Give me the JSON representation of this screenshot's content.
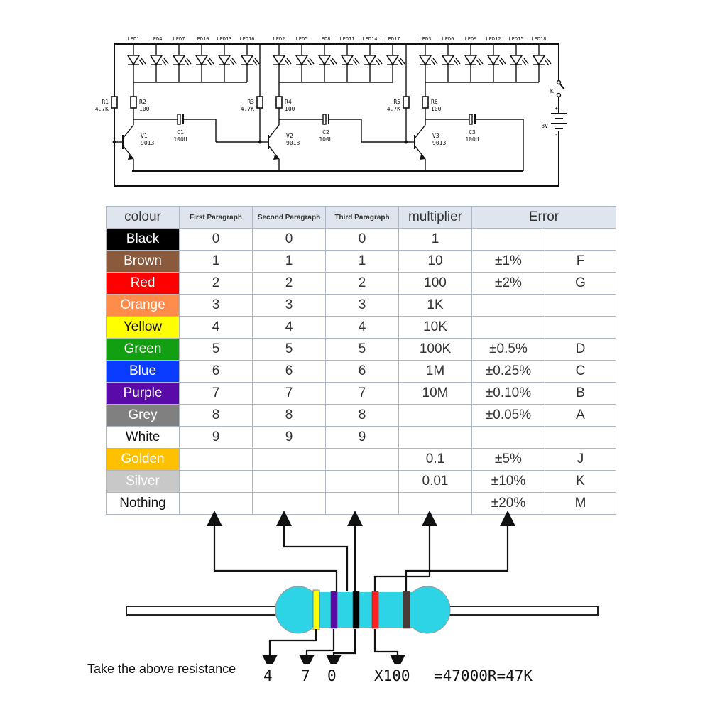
{
  "circuit": {
    "led_groups": [
      [
        "LED1",
        "LED4",
        "LED7",
        "LED10",
        "LED13",
        "LED16"
      ],
      [
        "LED2",
        "LED5",
        "LED8",
        "LED11",
        "LED14",
        "LED17"
      ],
      [
        "LED3",
        "LED6",
        "LED9",
        "LED12",
        "LED15",
        "LED18"
      ]
    ],
    "stages": [
      {
        "r_base_name": "R1",
        "r_base_value": "4.7K",
        "r_led_name": "R2",
        "r_led_value": "100",
        "transistor": "V1",
        "transistor_type": "9013",
        "cap_name": "C1",
        "cap_value": "100U"
      },
      {
        "r_base_name": "R3",
        "r_base_value": "4.7K",
        "r_led_name": "R4",
        "r_led_value": "100",
        "transistor": "V2",
        "transistor_type": "9013",
        "cap_name": "C2",
        "cap_value": "100U"
      },
      {
        "r_base_name": "R5",
        "r_base_value": "4.7K",
        "r_led_name": "R6",
        "r_led_value": "100",
        "transistor": "V3",
        "transistor_type": "9013",
        "cap_name": "C3",
        "cap_value": "100U"
      }
    ],
    "switch_label": "K",
    "battery_label": "3V",
    "battery_plus": "+",
    "battery_minus": "-"
  },
  "table": {
    "headers": {
      "colour": "colour",
      "first": "First Paragraph",
      "second": "Second Paragraph",
      "third": "Third Paragraph",
      "multiplier": "multiplier",
      "error": "Error"
    },
    "rows": [
      {
        "name": "Black",
        "bg": "#000000",
        "fg": "#ffffff",
        "first": "0",
        "second": "0",
        "third": "0",
        "multiplier": "1",
        "tol": "",
        "code": ""
      },
      {
        "name": "Brown",
        "bg": "#8b5a3c",
        "fg": "#ffffff",
        "first": "1",
        "second": "1",
        "third": "1",
        "multiplier": "10",
        "tol": "±1%",
        "code": "F"
      },
      {
        "name": "Red",
        "bg": "#ff0000",
        "fg": "#ffffff",
        "first": "2",
        "second": "2",
        "third": "2",
        "multiplier": "100",
        "tol": "±2%",
        "code": "G"
      },
      {
        "name": "Orange",
        "bg": "#ff8c4a",
        "fg": "#ffffff",
        "first": "3",
        "second": "3",
        "third": "3",
        "multiplier": "1K",
        "tol": "",
        "code": ""
      },
      {
        "name": "Yellow",
        "bg": "#ffff00",
        "fg": "#111111",
        "first": "4",
        "second": "4",
        "third": "4",
        "multiplier": "10K",
        "tol": "",
        "code": ""
      },
      {
        "name": "Green",
        "bg": "#12a012",
        "fg": "#ffffff",
        "first": "5",
        "second": "5",
        "third": "5",
        "multiplier": "100K",
        "tol": "±0.5%",
        "code": "D"
      },
      {
        "name": "Blue",
        "bg": "#0a3cff",
        "fg": "#ffffff",
        "first": "6",
        "second": "6",
        "third": "6",
        "multiplier": "1M",
        "tol": "±0.25%",
        "code": "C"
      },
      {
        "name": "Purple",
        "bg": "#5a0aa8",
        "fg": "#ffffff",
        "first": "7",
        "second": "7",
        "third": "7",
        "multiplier": "10M",
        "tol": "±0.10%",
        "code": "B"
      },
      {
        "name": "Grey",
        "bg": "#808080",
        "fg": "#ffffff",
        "first": "8",
        "second": "8",
        "third": "8",
        "multiplier": "",
        "tol": "±0.05%",
        "code": "A"
      },
      {
        "name": "White",
        "bg": "#ffffff",
        "fg": "#111111",
        "first": "9",
        "second": "9",
        "third": "9",
        "multiplier": "",
        "tol": "",
        "code": ""
      },
      {
        "name": "Golden",
        "bg": "#ffc000",
        "fg": "#ffffff",
        "first": "",
        "second": "",
        "third": "",
        "multiplier": "0.1",
        "tol": "±5%",
        "code": "J"
      },
      {
        "name": "Silver",
        "bg": "#c8c8c8",
        "fg": "#ffffff",
        "first": "",
        "second": "",
        "third": "",
        "multiplier": "0.01",
        "tol": "±10%",
        "code": "K"
      },
      {
        "name": "Nothing",
        "bg": "#ffffff",
        "fg": "#111111",
        "first": "",
        "second": "",
        "third": "",
        "multiplier": "",
        "tol": "±20%",
        "code": "M"
      }
    ]
  },
  "resistor": {
    "body_color": "#2dd4e6",
    "bands": [
      {
        "color": "#ffff00"
      },
      {
        "color": "#5a0aa8"
      },
      {
        "color": "#000000"
      },
      {
        "color": "#ff2020"
      },
      {
        "color": "#4a3a38"
      }
    ]
  },
  "example": {
    "caption": "Take the above resistance",
    "d1": "4",
    "d2": "7",
    "d3": "0",
    "mult": "X100",
    "result": "=47000R=47K"
  }
}
